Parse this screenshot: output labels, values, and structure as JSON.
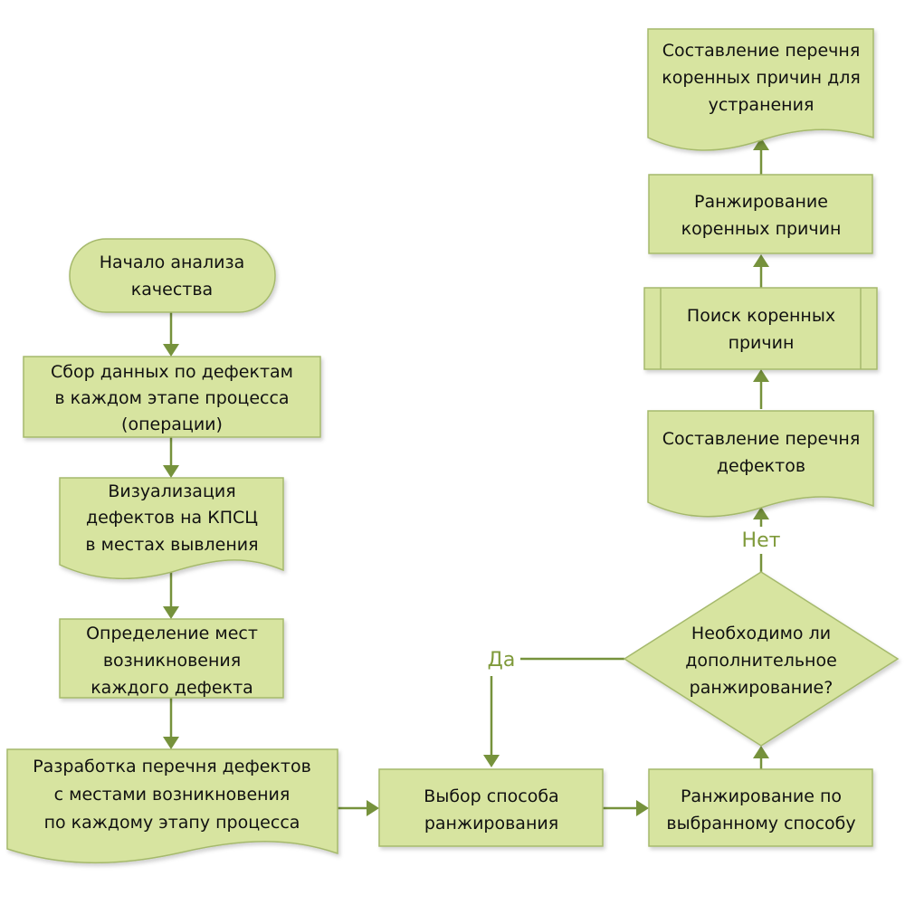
{
  "diagram": {
    "type": "flowchart",
    "colors": {
      "fill": "#d7e4a0",
      "border": "#a5b96c",
      "connector": "#76923c",
      "branch_label": "#7f9a3a",
      "text": "#111111"
    },
    "nodes": {
      "start": {
        "shape": "terminator",
        "lines": [
          "Начало анализа",
          "качества"
        ]
      },
      "collect": {
        "shape": "process",
        "lines": [
          "Сбор данных по дефектам",
          "в каждом этапе процесса",
          "(операции)"
        ]
      },
      "visualize": {
        "shape": "document",
        "lines": [
          "Визуализация",
          "дефектов на КПСЦ",
          "в местах вывления"
        ]
      },
      "locate": {
        "shape": "process",
        "lines": [
          "Определение мест",
          "возникновения",
          "каждого дефекта"
        ]
      },
      "develop_list": {
        "shape": "document",
        "lines": [
          "Разработка перечня дефектов",
          "с местами возникновения",
          "по каждому этапу процесса"
        ]
      },
      "choose_method": {
        "shape": "process",
        "lines": [
          "Выбор способа",
          "ранжирования"
        ]
      },
      "rank_by_method": {
        "shape": "process",
        "lines": [
          "Ранжирование по",
          "выбранному способу"
        ]
      },
      "decision": {
        "shape": "decision",
        "lines": [
          "Необходимо ли",
          "дополнительное",
          "ранжирование?"
        ]
      },
      "defect_list": {
        "shape": "document",
        "lines": [
          "Составление перечня",
          "дефектов"
        ]
      },
      "root_search": {
        "shape": "predefined-process",
        "lines": [
          "Поиск коренных",
          "причин"
        ]
      },
      "rank_roots": {
        "shape": "process",
        "lines": [
          "Ранжирование",
          "коренных причин"
        ]
      },
      "root_list": {
        "shape": "document",
        "lines": [
          "Составление перечня",
          "коренных причин для",
          "устранения"
        ]
      }
    },
    "branch_labels": {
      "yes": "Да",
      "no": "Нет"
    },
    "edges": [
      {
        "from": "start",
        "to": "collect"
      },
      {
        "from": "collect",
        "to": "visualize"
      },
      {
        "from": "visualize",
        "to": "locate"
      },
      {
        "from": "locate",
        "to": "develop_list"
      },
      {
        "from": "develop_list",
        "to": "choose_method"
      },
      {
        "from": "choose_method",
        "to": "rank_by_method"
      },
      {
        "from": "rank_by_method",
        "to": "decision"
      },
      {
        "from": "decision",
        "to": "choose_method",
        "label": "Да"
      },
      {
        "from": "decision",
        "to": "defect_list",
        "label": "Нет"
      },
      {
        "from": "defect_list",
        "to": "root_search"
      },
      {
        "from": "root_search",
        "to": "rank_roots"
      },
      {
        "from": "rank_roots",
        "to": "root_list"
      }
    ]
  }
}
